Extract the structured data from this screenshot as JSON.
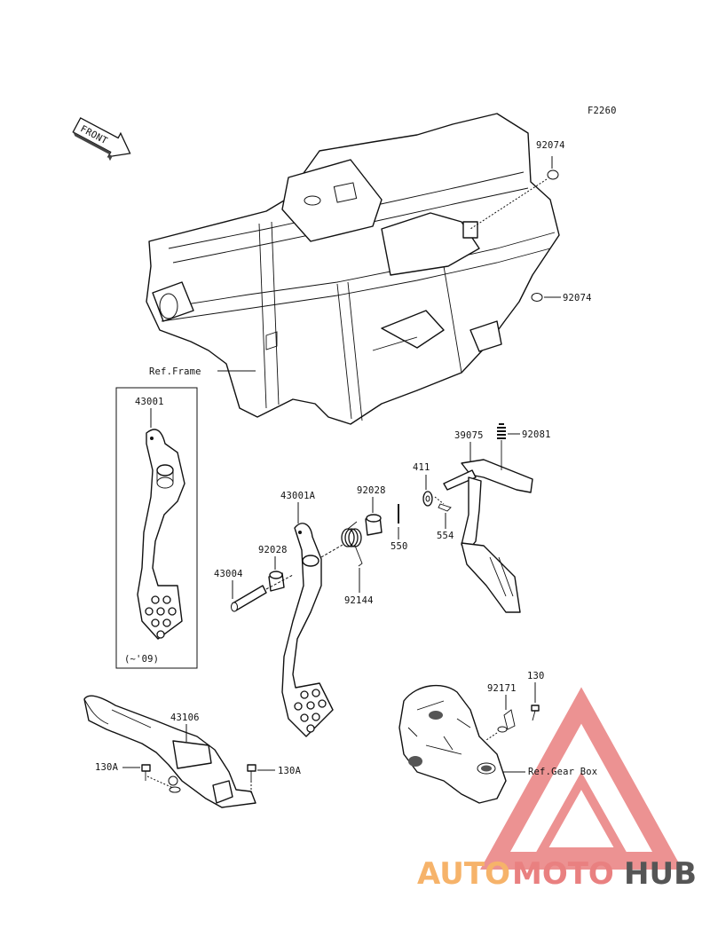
{
  "figure_code": "F2260",
  "front_arrow_label": "FRONT",
  "labels": {
    "p92074_top": "92074",
    "p92074_mid": "92074",
    "ref_frame": "Ref.Frame",
    "p43001": "43001",
    "year_note": "(~'09)",
    "p43001A": "43001A",
    "p92028_a": "92028",
    "p92028_b": "92028",
    "p550": "550",
    "p43004": "43004",
    "p92144": "92144",
    "p39075": "39075",
    "p92081": "92081",
    "p411": "411",
    "p554": "554",
    "p43106": "43106",
    "p130A_left": "130A",
    "p130A_right": "130A",
    "p92171": "92171",
    "p130": "130",
    "ref_gear_box": "Ref.Gear Box"
  },
  "watermark": {
    "part1": "AUTO",
    "part2": "MOTO",
    "part3": "HUB",
    "color_orange": "#f6b36a",
    "color_red": "#e98080",
    "color_gray": "#555555"
  }
}
